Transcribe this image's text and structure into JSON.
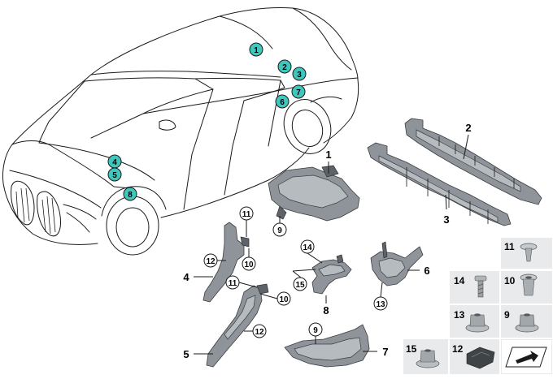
{
  "car_callouts": [
    "1",
    "2",
    "3",
    "7",
    "6",
    "4",
    "5",
    "8"
  ],
  "part_labels": {
    "p1": "1",
    "p2": "2",
    "p3": "3",
    "p4": "4",
    "p5": "5",
    "p6": "6",
    "p7": "7",
    "p8": "8"
  },
  "circle_refs": {
    "c9_a": "9",
    "c11_a": "11",
    "c12_a": "12",
    "c10_a": "10",
    "c11_b": "11",
    "c10_b": "10",
    "c12_b": "12",
    "c14": "14",
    "c15": "15",
    "c13": "13",
    "c9_b": "9"
  },
  "fastener_table": [
    "11",
    "14",
    "10",
    "13",
    "9",
    "15",
    "12"
  ],
  "colors": {
    "callout_fill": "#3fc7be",
    "part_fill": "#8e949a",
    "table_bg": "#e8eaec"
  }
}
